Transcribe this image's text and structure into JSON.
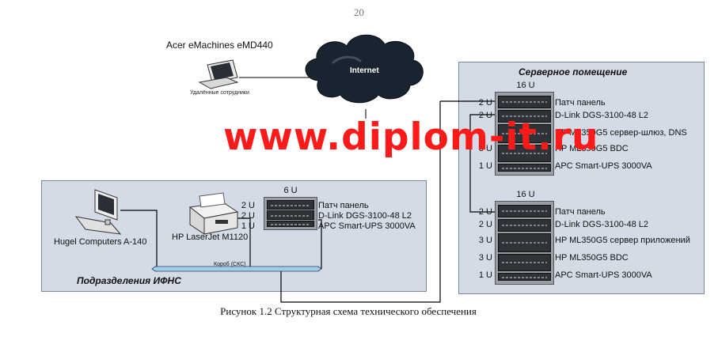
{
  "page_number": "20",
  "remote": {
    "computer_name": "Acer eMachines eMD440",
    "caption": "Удалённые сотрудники",
    "cloud_label": "Internet"
  },
  "watermark": "www.diplom-it.ru",
  "server_room": {
    "title": "Серверное помещение",
    "rack1": {
      "header": "16 U",
      "units": [
        {
          "u": "2 U",
          "label": "Патч панель"
        },
        {
          "u": "2 U",
          "label": "D-Link DGS-3100-48 L2"
        },
        {
          "u": "",
          "label": "HP ML350G5 сервер-шлюз, DNS"
        },
        {
          "u": "3 U",
          "label": "HP ML350G5 BDC"
        },
        {
          "u": "1 U",
          "label": "APC Smart-UPS 3000VA"
        }
      ]
    },
    "rack2": {
      "header": "16 U",
      "units": [
        {
          "u": "2 U",
          "label": "Патч панель"
        },
        {
          "u": "2 U",
          "label": "D-Link DGS-3100-48 L2"
        },
        {
          "u": "3 U",
          "label": "HP ML350G5 сервер приложений"
        },
        {
          "u": "3 U",
          "label": "HP ML350G5 BDC"
        },
        {
          "u": "1 U",
          "label": "APC Smart-UPS 3000VA"
        }
      ]
    }
  },
  "department": {
    "title": "Подразделения ИФНС",
    "computer_name": "Hugel Computers A-140",
    "printer_name": "HP LaserJet M1120",
    "duct_label": "Короб (СКС)",
    "rack": {
      "header": "6 U",
      "units": [
        {
          "u": "2 U",
          "label": "Патч панель"
        },
        {
          "u": "2 U",
          "label": "D-Link DGS-3100-48 L2"
        },
        {
          "u": "1 U",
          "label": "APC Smart-UPS 3000VA"
        }
      ]
    }
  },
  "caption": "Рисунок 1.2 Структурная схема технического обеспечения"
}
